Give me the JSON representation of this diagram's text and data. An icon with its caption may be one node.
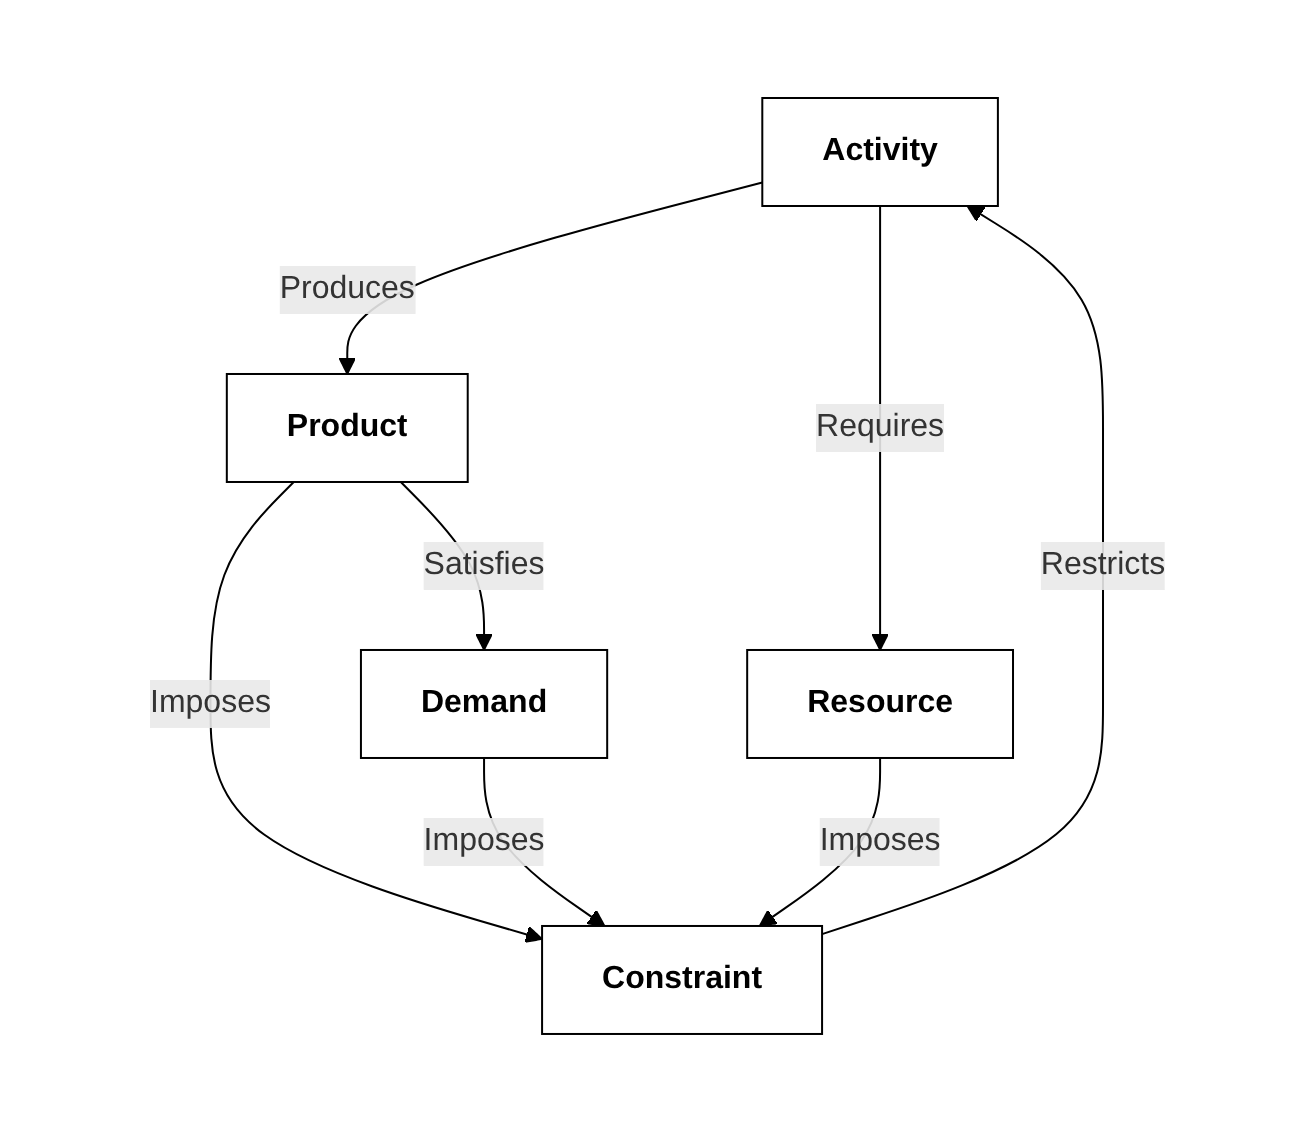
{
  "diagram": {
    "nodes": [
      {
        "text": [
          "Activity"
        ]
      },
      {
        "text": [
          "Product"
        ]
      },
      {
        "text": [
          "Constraint"
        ]
      },
      {
        "text": [
          "Resource"
        ]
      },
      {
        "text": [
          "Demand"
        ]
      }
    ],
    "edges": [
      {
        "from": 0,
        "to": 1,
        "arrow": "to",
        "label": "Produces"
      },
      {
        "from": 0,
        "to": 3,
        "arrow": "to",
        "label": "Requires"
      },
      {
        "from": 1,
        "to": 2,
        "arrow": "to",
        "label": "Imposes"
      },
      {
        "from": 2,
        "to": 0,
        "arrow": "to",
        "label": "Restricts"
      },
      {
        "from": 3,
        "to": 2,
        "arrow": "to",
        "label": "Imposes"
      },
      {
        "from": 4,
        "to": 2,
        "arrow": "to",
        "label": "Imposes"
      },
      {
        "from": 1,
        "to": 4,
        "arrow": "to",
        "label": "Satisfies"
      }
    ]
  }
}
